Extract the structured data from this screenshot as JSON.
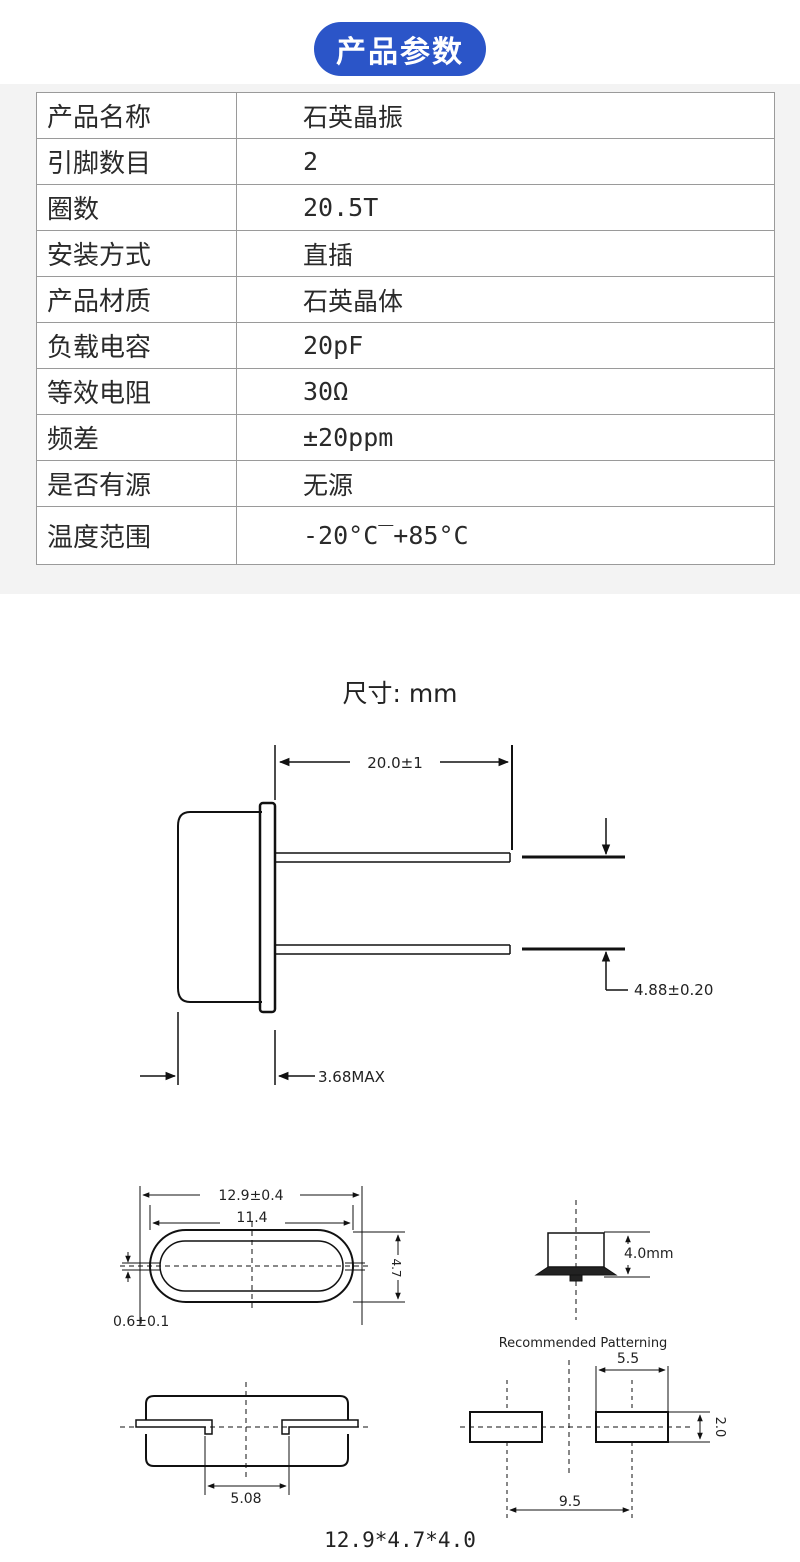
{
  "header": {
    "title": "产品参数"
  },
  "specs": [
    {
      "label": "产品名称",
      "value": "石英晶振"
    },
    {
      "label": "引脚数目",
      "value": "2"
    },
    {
      "label": "圈数",
      "value": "20.5T"
    },
    {
      "label": "安装方式",
      "value": "直插"
    },
    {
      "label": "产品材质",
      "value": "石英晶体"
    },
    {
      "label": "负载电容",
      "value": "20pF"
    },
    {
      "label": "等效电阻",
      "value": "30Ω"
    },
    {
      "label": "频差",
      "value": "±20ppm"
    },
    {
      "label": "是否有源",
      "value": "无源"
    },
    {
      "label": "温度范围",
      "value": "-20°C‾+85°C"
    }
  ],
  "dimensions": {
    "units_label": "尺寸: mm",
    "lead_length": "20.0±1",
    "lead_pitch": "4.88±0.20",
    "max_thickness": "3.68MAX",
    "body_length": "12.9±0.4",
    "inner_length": "11.4",
    "body_width": "4.7",
    "pin_diameter": "0.6±0.1",
    "height": "4.0mm",
    "pattern_title": "Recommended Patterning",
    "pad_length": "5.5",
    "pad_width": "2.0",
    "pad_span": "9.5",
    "pin_spacing": "5.08",
    "package_size": "12.9*4.7*4.0"
  }
}
